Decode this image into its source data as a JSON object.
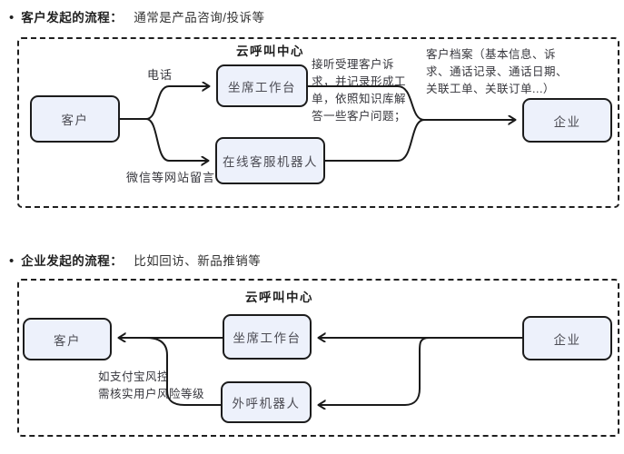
{
  "colors": {
    "node_fill": "#edf1fb",
    "node_border": "#1c1c1c",
    "line": "#1a1a1a",
    "background": "#ffffff"
  },
  "flow1": {
    "heading": {
      "bullet": "•",
      "title": "客户发起的流程：",
      "subtitle": "通常是产品咨询/投诉等"
    },
    "container_label": "云呼叫中心",
    "nodes": {
      "customer": "客户",
      "agent_workbench": "坐席工作台",
      "online_bot": "在线客服机器人",
      "enterprise": "企业"
    },
    "edge_labels": {
      "phone": "电话",
      "wechat": "微信等网站留言"
    },
    "notes": {
      "agent_note": "接听受理客户诉\n求，并记录形成工\n单，依照知识库解\n答一些客户问题；",
      "archive_note": "客户档案（基本信息、诉\n求、通话记录、通话日期、\n关联工单、关联订单...）"
    }
  },
  "flow2": {
    "heading": {
      "bullet": "•",
      "title": "企业发起的流程：",
      "subtitle": "比如回访、新品推销等"
    },
    "container_label": "云呼叫中心",
    "nodes": {
      "customer": "客户",
      "agent_workbench": "坐席工作台",
      "outbound_bot": "外呼机器人",
      "enterprise": "企业"
    },
    "notes": {
      "risk_note": "如支付宝风控\n需核实用户风险等级"
    }
  }
}
